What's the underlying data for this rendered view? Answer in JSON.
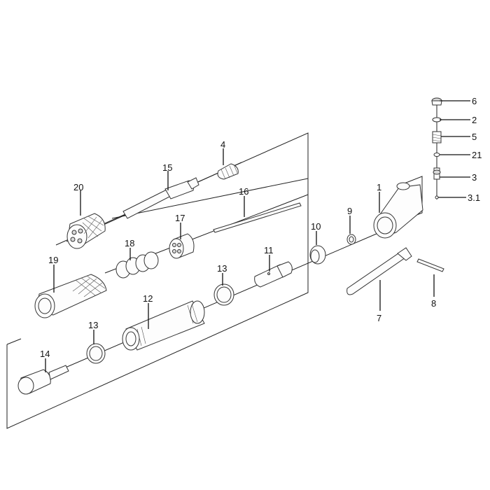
{
  "parts": {
    "p1": "1",
    "p2": "2",
    "p3": "3",
    "p3_1": "3.1",
    "p4": "4",
    "p5": "5",
    "p6": "6",
    "p7": "7",
    "p8": "8",
    "p9": "9",
    "p10": "10",
    "p11": "11",
    "p12": "12",
    "p13a": "13",
    "p13b": "13",
    "p14": "14",
    "p15": "15",
    "p16": "16",
    "p17": "17",
    "p18": "18",
    "p19": "19",
    "p20": "20",
    "p21": "21"
  }
}
